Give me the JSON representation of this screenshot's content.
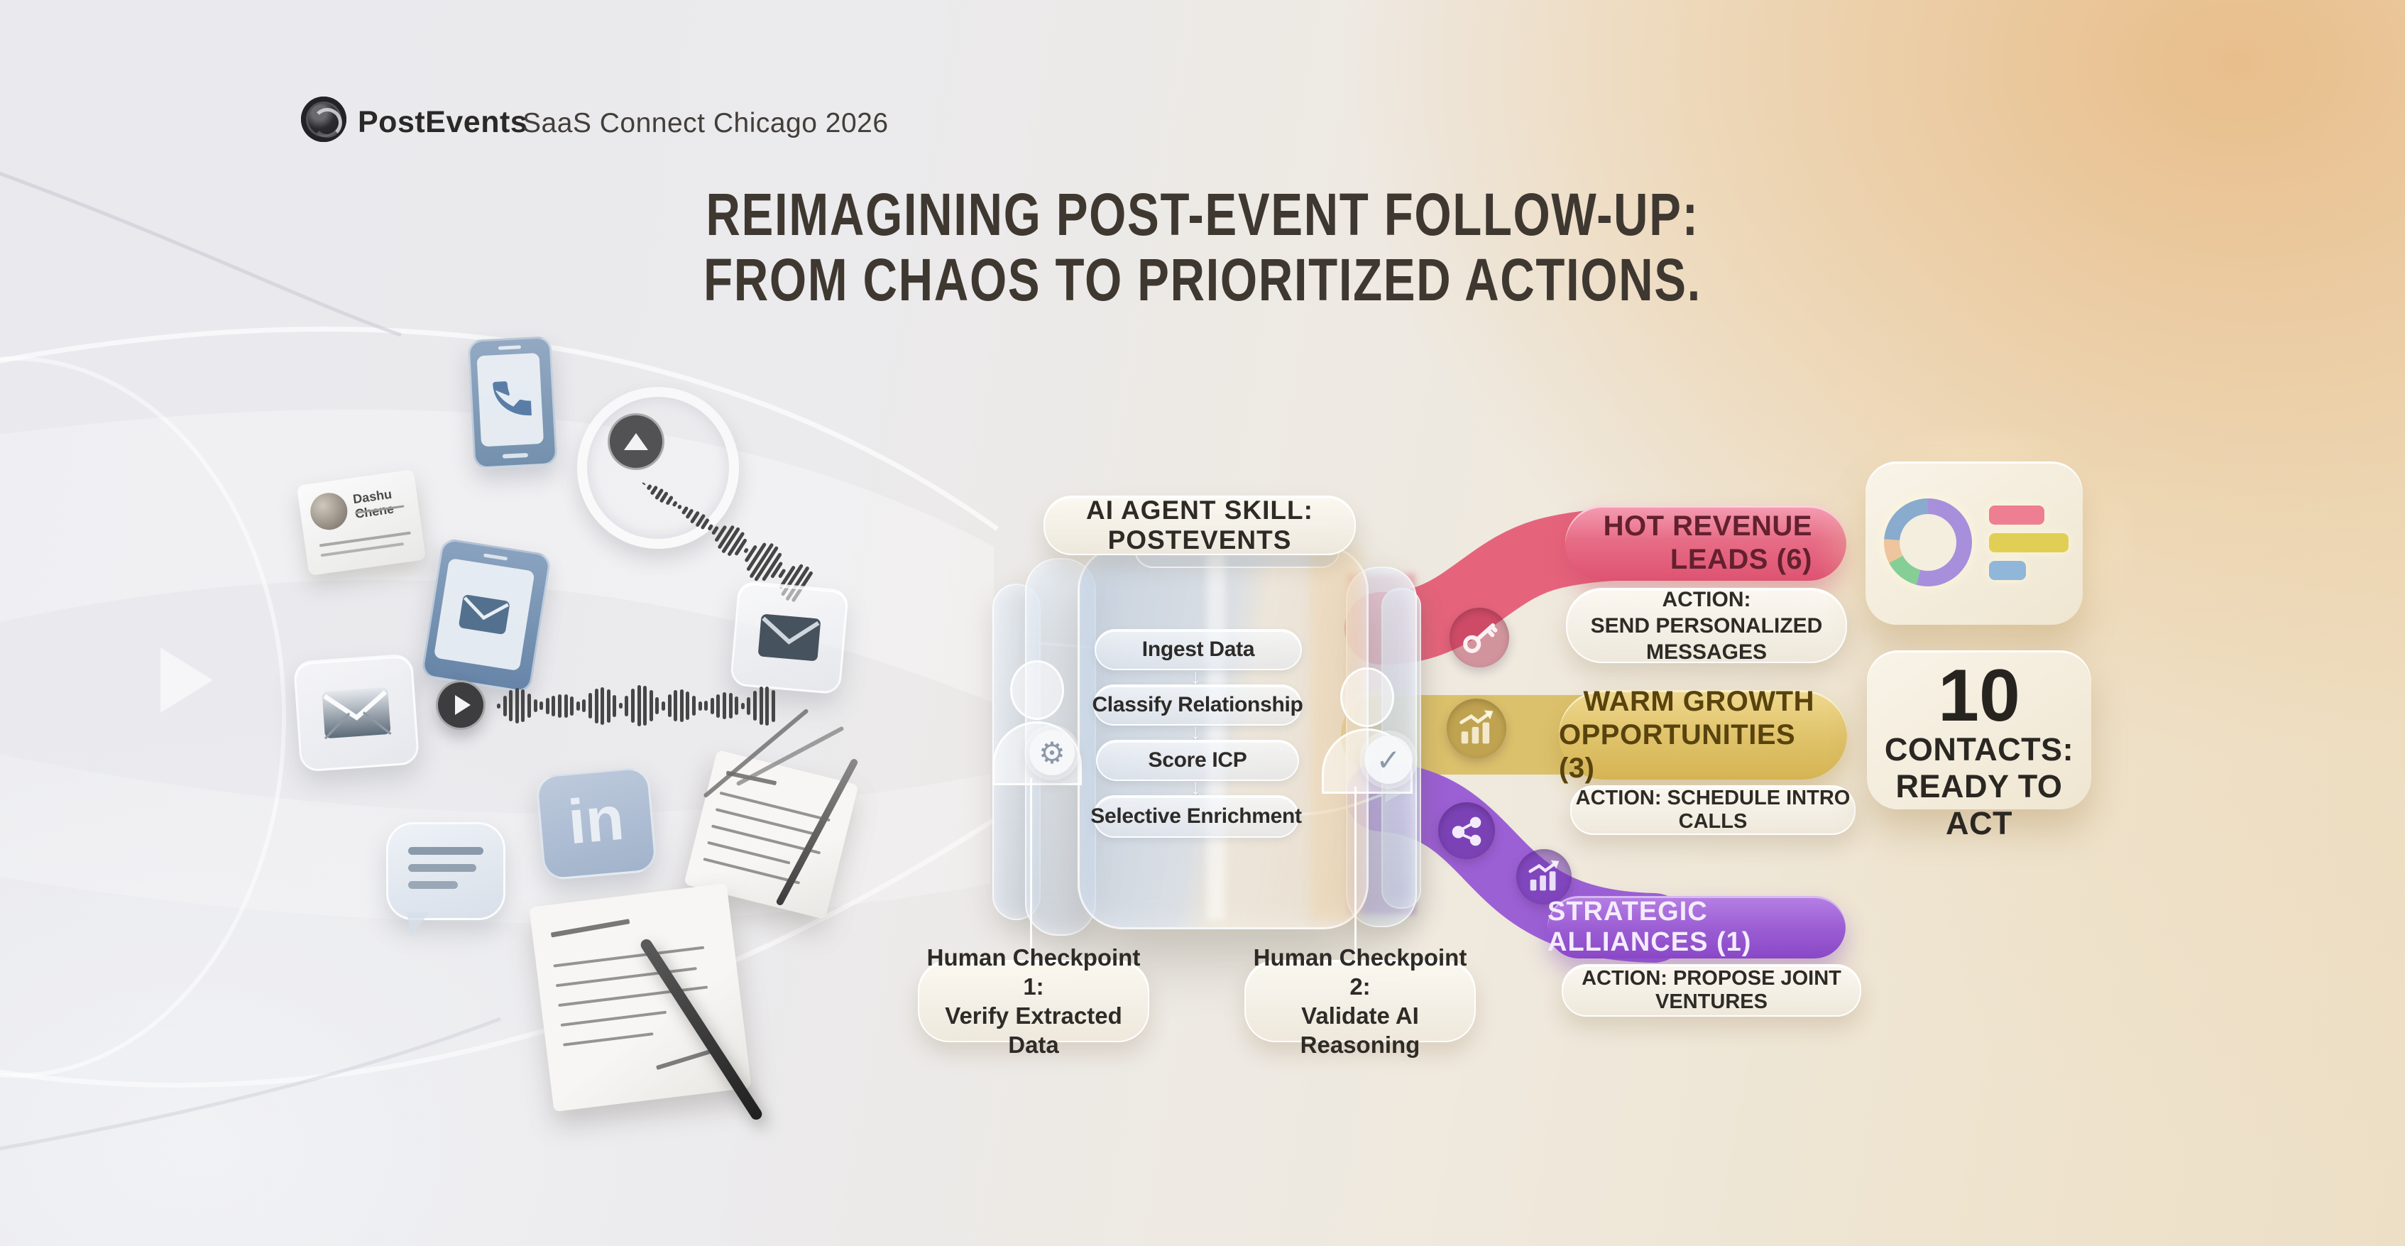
{
  "header": {
    "brand": "PostEvents",
    "event": "SaaS Connect Chicago 2026"
  },
  "title": {
    "line1": "REIMAGINING POST-EVENT FOLLOW-UP:",
    "line2": "FROM CHAOS TO PRIORITIZED ACTIONS."
  },
  "inputs": {
    "business_card_name": "Dashu Chene",
    "linkedin_label": "in"
  },
  "agent": {
    "skill_label": "AI AGENT SKILL: POSTEVENTS",
    "steps": [
      "Ingest Data",
      "Classify Relationship",
      "Score ICP",
      "Selective Enrichment"
    ],
    "arrow": "↓"
  },
  "checkpoints": {
    "cp1_line1": "Human Checkpoint 1:",
    "cp1_line2": "Verify Extracted Data",
    "cp2_line1": "Human Checkpoint 2:",
    "cp2_line2": "Validate AI Reasoning"
  },
  "branches": {
    "hot": {
      "line1": "HOT REVENUE",
      "line2": "LEADS (6)",
      "action_line1": "ACTION:",
      "action_line2": "SEND PERSONALIZED MESSAGES",
      "count": 6,
      "color": "#e5647c"
    },
    "warm": {
      "line1": "WARM GROWTH",
      "line2": "OPPORTUNITIES (3)",
      "action": "ACTION: SCHEDULE INTRO CALLS",
      "count": 3,
      "color": "#dcc16c"
    },
    "strategic": {
      "label": "STRATEGIC ALLIANCES (1)",
      "action": "ACTION: PROPOSE JOINT VENTURES",
      "count": 1,
      "color": "#9c60d5"
    }
  },
  "summary": {
    "count": "10",
    "line1": "CONTACTS:",
    "line2": "READY TO ACT"
  },
  "icons": {
    "gear": "⚙",
    "check": "✓"
  },
  "chart_data": [
    {
      "type": "pie",
      "title": "lead-mix-donut",
      "segments": [
        {
          "label": "purple",
          "value": 57,
          "color": "#a88fdc"
        },
        {
          "label": "green",
          "value": 13,
          "color": "#85cf96"
        },
        {
          "label": "orange",
          "value": 9,
          "color": "#eec59c"
        },
        {
          "label": "blue",
          "value": 21,
          "color": "#88abce"
        }
      ],
      "legend_position": "none"
    },
    {
      "type": "bar",
      "title": "priority-bars",
      "orientation": "horizontal",
      "categories": [
        "hot",
        "warm",
        "strategic"
      ],
      "values": [
        78,
        112,
        52
      ],
      "colors": [
        "#ee7e92",
        "#e1cf55",
        "#90b6da"
      ]
    }
  ],
  "colors": {
    "background_left": "#e9e9ee",
    "background_right": "#e9be8a",
    "hot": "#e5647c",
    "warm": "#dcc16c",
    "strategic": "#9c60d5",
    "pill_bg": "#f7f2e7",
    "ink": "#33302b"
  }
}
